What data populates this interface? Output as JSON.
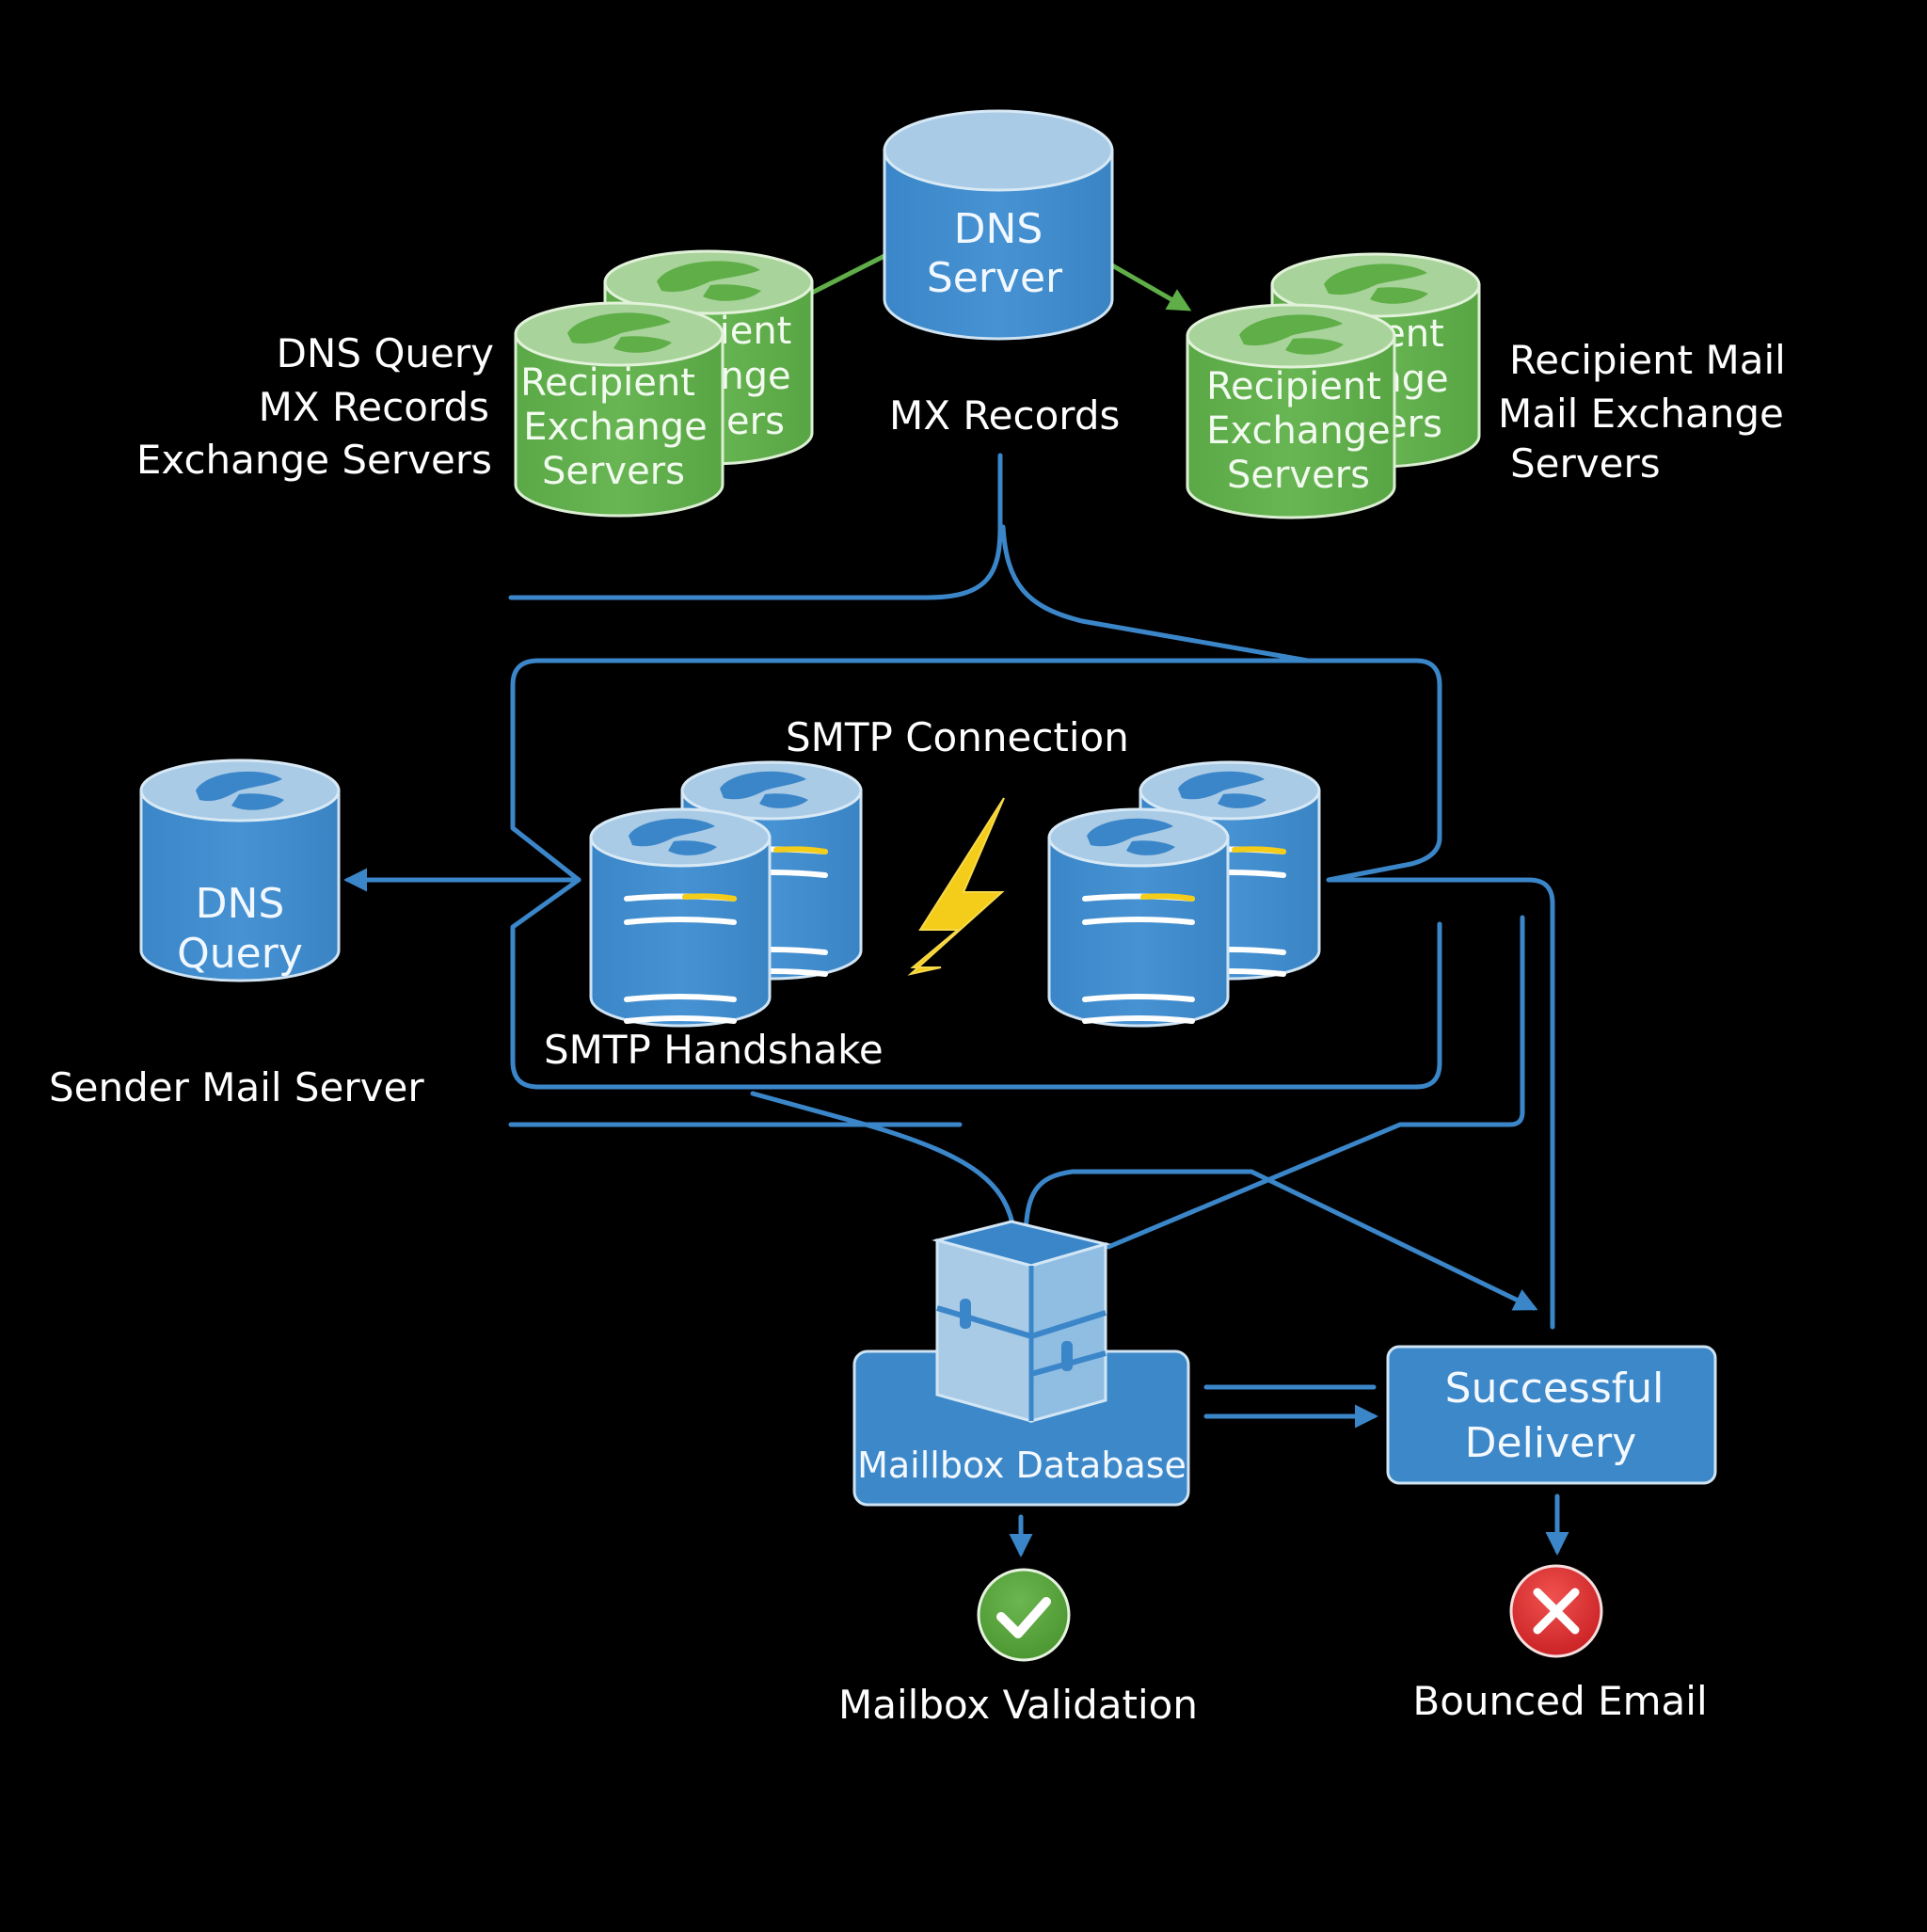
{
  "colors": {
    "background": "#000000",
    "blue": "#3b86c9",
    "blue_light": "#a9cbe6",
    "green": "#5fae48",
    "green_light": "#a8d39a",
    "yellow": "#f4cd1a",
    "success": "#4f9e37",
    "error": "#d9272b",
    "text": "#ffffff"
  },
  "nodes": {
    "dns_server": {
      "line1": "DNS",
      "line2": "Server",
      "icon": "database-cylinder-icon"
    },
    "mx_records_label": "MX Records",
    "recipient_left": {
      "line1": "Recipient",
      "line2": "Exchange",
      "line3": "Servers",
      "back_line1": "ient",
      "back_line2": "nge",
      "back_line3": "ers",
      "icon": "exchange-server-cylinder-icon"
    },
    "recipient_right": {
      "line1": "Recipient",
      "line2": "Exchange",
      "line3": "Servers",
      "back_line1": "ent",
      "back_line2": "nge",
      "back_line3": "ers",
      "icon": "exchange-server-cylinder-icon"
    },
    "left_caption": {
      "line1": "DNS Query",
      "line2": "MX Records",
      "line3": "Exchange Servers"
    },
    "right_caption": {
      "line1": "Recipient Mail",
      "line2": "Mail Exchange",
      "line3": "Servers"
    },
    "dns_query": {
      "line1": "DNS",
      "line2": "Query",
      "icon": "database-cylinder-icon"
    },
    "sender_caption": "Sender Mail Server",
    "smtp_connection": "SMTP Connection",
    "smtp_handshake": "SMTP Handshake",
    "lightning_icon": "lightning-bolt-icon",
    "mailbox_db": {
      "label": "Maillbox Database",
      "icon": "storage-cube-icon"
    },
    "delivery": {
      "line1": "Successful",
      "line2": "Delivery"
    },
    "validation": {
      "label": "Mailbox Validation",
      "icon": "check-circle-icon"
    },
    "bounced": {
      "label": "Bounced Email",
      "icon": "x-circle-icon"
    }
  }
}
